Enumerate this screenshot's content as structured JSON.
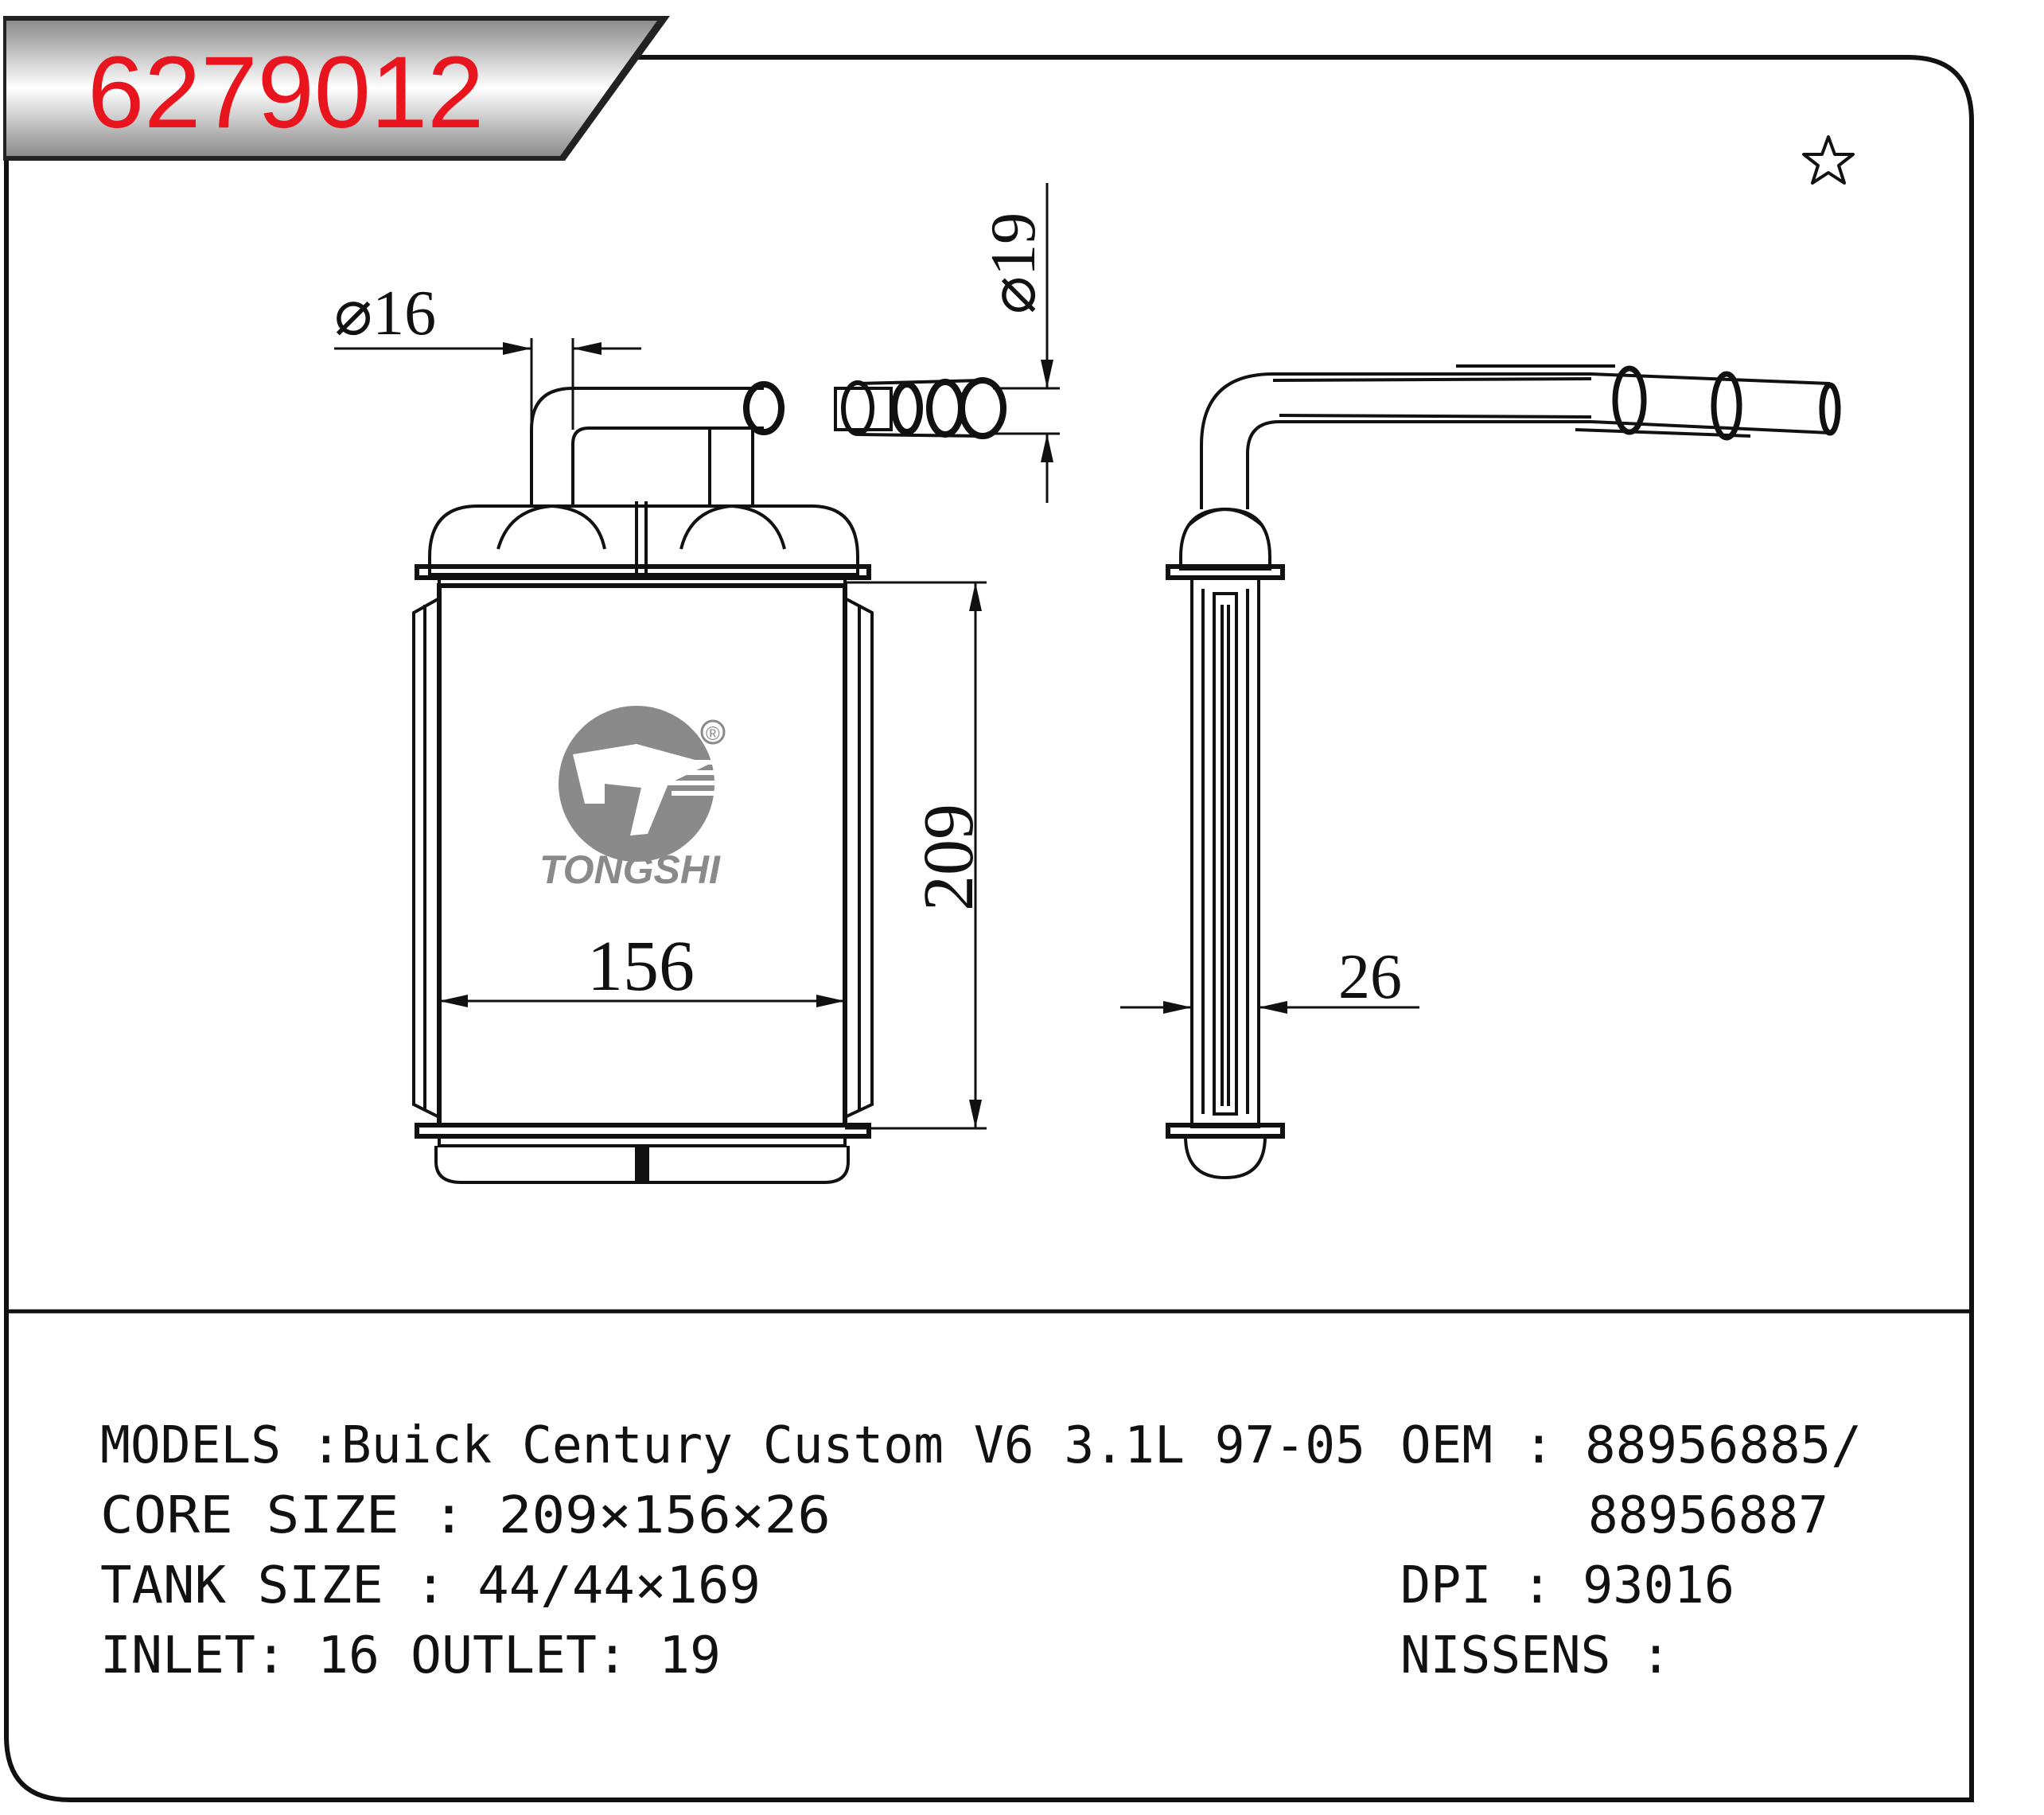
{
  "header": {
    "part_number": "6279012",
    "part_number_color": "#e8141e",
    "star_icon": "star-outline-icon"
  },
  "drawing": {
    "dim_inlet": "⌀16",
    "dim_outlet": "⌀19",
    "dim_height": "209",
    "dim_width": "156",
    "dim_depth": "26",
    "logo_text": "TONGSHI",
    "logo_registered": "®",
    "logo_color": "#8a8a8a"
  },
  "specs": {
    "models": "MODELS :Buick Century Custom V6 3.1L 97-05",
    "core_size": "CORE SIZE : 209×156×26",
    "tank_size": "TANK SIZE : 44/44×169",
    "inlet_outlet": "INLET: 16  OUTLET: 19",
    "oem_line1": "OEM : 88956885/",
    "oem_line2": "88956887",
    "dpi": "DPI : 93016",
    "nissens": "NISSENS :"
  }
}
